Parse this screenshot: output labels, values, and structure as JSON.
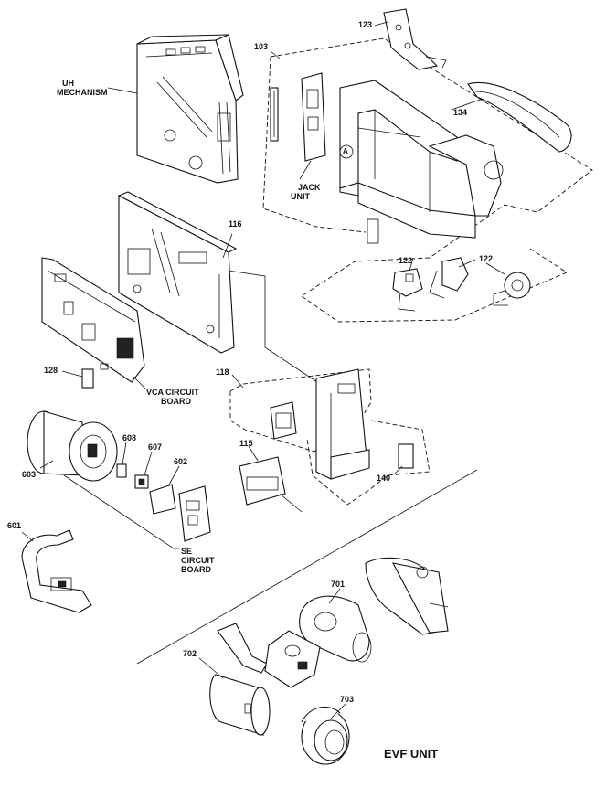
{
  "labels": {
    "uh_mechanism_line1": "UH",
    "uh_mechanism_line2": "MECHANISM",
    "p103": "103",
    "p123": "123",
    "p134": "134",
    "circle_a": "A",
    "jack_unit_line1": "JACK",
    "jack_unit_line2": "UNIT",
    "p116": "116",
    "p122a": "122",
    "p122b": "122",
    "p128": "128",
    "vca_line1": "VCA CIRCUIT",
    "vca_line2": "BOARD",
    "p118": "118",
    "p115": "115",
    "p140": "140",
    "p603": "603",
    "p608": "608",
    "p607": "607",
    "p602": "602",
    "se_line1": "SE",
    "se_line2": "CIRCUIT",
    "se_line3": "BOARD",
    "p601": "601",
    "p701": "701",
    "p702": "702",
    "p703": "703",
    "evf_unit": "EVF UNIT"
  }
}
